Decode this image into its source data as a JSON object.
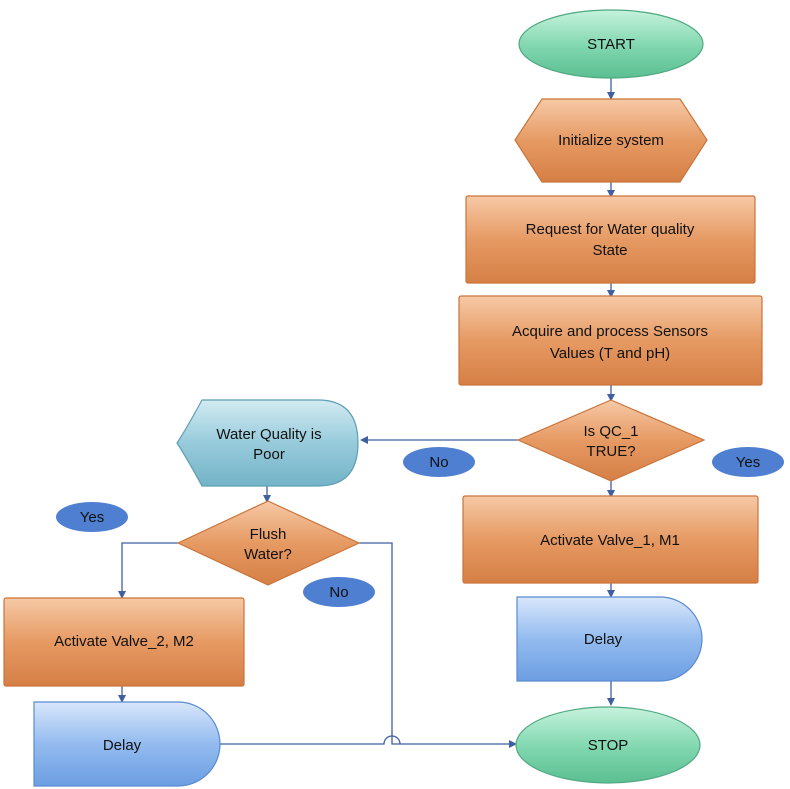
{
  "nodes": {
    "start": "START",
    "initialize": "Initialize system",
    "request_1": "Request for Water quality",
    "request_2": "State",
    "acquire_1": "Acquire and process Sensors",
    "acquire_2": "Values (T and pH)",
    "decision_qc_1": "Is QC_1",
    "decision_qc_2": "TRUE?",
    "poor_1": "Water Quality is",
    "poor_2": "Poor",
    "flush_1": "Flush",
    "flush_2": "Water?",
    "activate_valve1": "Activate Valve_1, M1",
    "activate_valve2": "Activate Valve_2, M2",
    "delay_right": "Delay",
    "delay_left": "Delay",
    "stop": "STOP"
  },
  "labels": {
    "no_qc": "No",
    "yes_qc": "Yes",
    "yes_flush": "Yes",
    "no_flush": "No"
  },
  "colors": {
    "terminal": "#6fcfa4",
    "process": "#e2925a",
    "delay": "#82aee8",
    "display": "#8cc4d6",
    "badge": "#4f7fd0",
    "connector": "#3f5f9f"
  }
}
